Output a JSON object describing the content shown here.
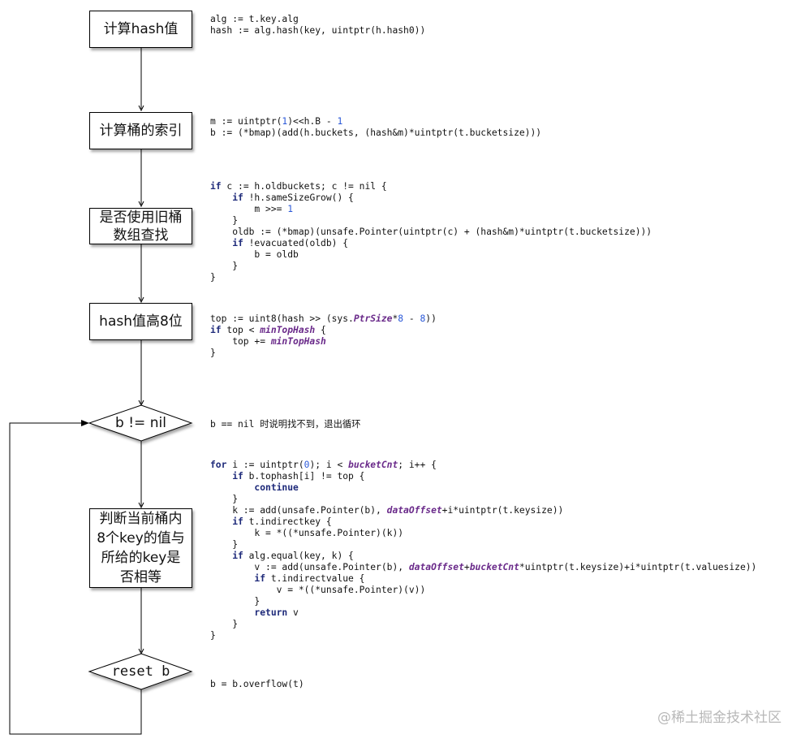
{
  "flowchart": {
    "nodes": [
      {
        "id": "compute-hash",
        "shape": "process",
        "label": "计算hash值"
      },
      {
        "id": "compute-bucket-index",
        "shape": "process",
        "label": "计算桶的索引"
      },
      {
        "id": "use-old-buckets",
        "shape": "process",
        "label": "是否使用旧桶\n数组查找"
      },
      {
        "id": "hash-top-8-bits",
        "shape": "process",
        "label": "hash值高8位"
      },
      {
        "id": "b-not-nil",
        "shape": "decision",
        "label": "b != nil"
      },
      {
        "id": "compare-keys",
        "shape": "process",
        "label": "判断当前桶内\n8个key的值与\n所给的key是\n否相等"
      },
      {
        "id": "reset-b",
        "shape": "decision",
        "label": "reset b"
      }
    ],
    "edges": [
      {
        "from": "compute-hash",
        "to": "compute-bucket-index"
      },
      {
        "from": "compute-bucket-index",
        "to": "use-old-buckets"
      },
      {
        "from": "use-old-buckets",
        "to": "hash-top-8-bits"
      },
      {
        "from": "hash-top-8-bits",
        "to": "b-not-nil"
      },
      {
        "from": "b-not-nil",
        "to": "compare-keys"
      },
      {
        "from": "compare-keys",
        "to": "reset-b"
      },
      {
        "from": "reset-b",
        "to": "b-not-nil",
        "kind": "loop-back"
      }
    ]
  },
  "annotations": {
    "compute_hash": [
      [
        [
          "t",
          "alg := t.key.alg"
        ]
      ],
      [
        [
          "t",
          "hash := alg.hash(key, uintptr(h.hash0))"
        ]
      ]
    ],
    "bucket_index": [
      [
        [
          "t",
          "m := uintptr("
        ],
        [
          "n",
          "1"
        ],
        [
          "t",
          ")<<h.B - "
        ],
        [
          "n",
          "1"
        ]
      ],
      [
        [
          "t",
          "b := (*bmap)(add(h.buckets, (hash&m)*uintptr(t.bucketsize)))"
        ]
      ]
    ],
    "old_buckets": [
      [
        [
          "k",
          "if"
        ],
        [
          "t",
          " c := h.oldbuckets; c != nil {"
        ]
      ],
      [
        [
          "t",
          "    "
        ],
        [
          "k",
          "if"
        ],
        [
          "t",
          " !h.sameSizeGrow() {"
        ]
      ],
      [
        [
          "t",
          "        m >>= "
        ],
        [
          "n",
          "1"
        ]
      ],
      [
        [
          "t",
          "    }"
        ]
      ],
      [
        [
          "t",
          "    oldb := (*bmap)(unsafe.Pointer(uintptr(c) + (hash&m)*uintptr(t.bucketsize)))"
        ]
      ],
      [
        [
          "t",
          "    "
        ],
        [
          "k",
          "if"
        ],
        [
          "t",
          " !evacuated(oldb) {"
        ]
      ],
      [
        [
          "t",
          "        b = oldb"
        ]
      ],
      [
        [
          "t",
          "    }"
        ]
      ],
      [
        [
          "t",
          "}"
        ]
      ]
    ],
    "top_hash": [
      [
        [
          "t",
          "top := uint8(hash >> (sys."
        ],
        [
          "i",
          "PtrSize"
        ],
        [
          "t",
          "*"
        ],
        [
          "n",
          "8"
        ],
        [
          "t",
          " - "
        ],
        [
          "n",
          "8"
        ],
        [
          "t",
          "))"
        ]
      ],
      [
        [
          "k",
          "if"
        ],
        [
          "t",
          " top < "
        ],
        [
          "i",
          "minTopHash"
        ],
        [
          "t",
          " {"
        ]
      ],
      [
        [
          "t",
          "    top += "
        ],
        [
          "i",
          "minTopHash"
        ]
      ],
      [
        [
          "t",
          "}"
        ]
      ]
    ],
    "nil_check_note": "b == nil 时说明找不到，退出循环",
    "compare_loop": [
      [
        [
          "k",
          "for"
        ],
        [
          "t",
          " i := uintptr("
        ],
        [
          "n",
          "0"
        ],
        [
          "t",
          "); i < "
        ],
        [
          "i",
          "bucketCnt"
        ],
        [
          "t",
          "; i++ {"
        ]
      ],
      [
        [
          "t",
          "    "
        ],
        [
          "k",
          "if"
        ],
        [
          "t",
          " b.tophash[i] != top {"
        ]
      ],
      [
        [
          "t",
          "        "
        ],
        [
          "k",
          "continue"
        ]
      ],
      [
        [
          "t",
          "    }"
        ]
      ],
      [
        [
          "t",
          "    k := add(unsafe.Pointer(b), "
        ],
        [
          "i",
          "dataOffset"
        ],
        [
          "t",
          "+i*uintptr(t.keysize))"
        ]
      ],
      [
        [
          "t",
          "    "
        ],
        [
          "k",
          "if"
        ],
        [
          "t",
          " t.indirectkey {"
        ]
      ],
      [
        [
          "t",
          "        k = *((*unsafe.Pointer)(k))"
        ]
      ],
      [
        [
          "t",
          "    }"
        ]
      ],
      [
        [
          "t",
          "    "
        ],
        [
          "k",
          "if"
        ],
        [
          "t",
          " alg.equal(key, k) {"
        ]
      ],
      [
        [
          "t",
          "        v := add(unsafe.Pointer(b), "
        ],
        [
          "i",
          "dataOffset"
        ],
        [
          "t",
          "+"
        ],
        [
          "i",
          "bucketCnt"
        ],
        [
          "t",
          "*uintptr(t.keysize)+i*uintptr(t.valuesize))"
        ]
      ],
      [
        [
          "t",
          "        "
        ],
        [
          "k",
          "if"
        ],
        [
          "t",
          " t.indirectvalue {"
        ]
      ],
      [
        [
          "t",
          "            v = *((*unsafe.Pointer)(v))"
        ]
      ],
      [
        [
          "t",
          "        }"
        ]
      ],
      [
        [
          "t",
          "        "
        ],
        [
          "k",
          "return"
        ],
        [
          "t",
          " v"
        ]
      ],
      [
        [
          "t",
          "    }"
        ]
      ],
      [
        [
          "t",
          "}"
        ]
      ]
    ],
    "reset_b": [
      [
        [
          "t",
          "b = b.overflow(t)"
        ]
      ]
    ]
  },
  "watermark": "@稀土掘金技术社区",
  "colors": {
    "keyword": "#1e2a7a",
    "number": "#2b59d8",
    "identifier": "#6a2a8a",
    "watermark": "#b8b8b8"
  }
}
